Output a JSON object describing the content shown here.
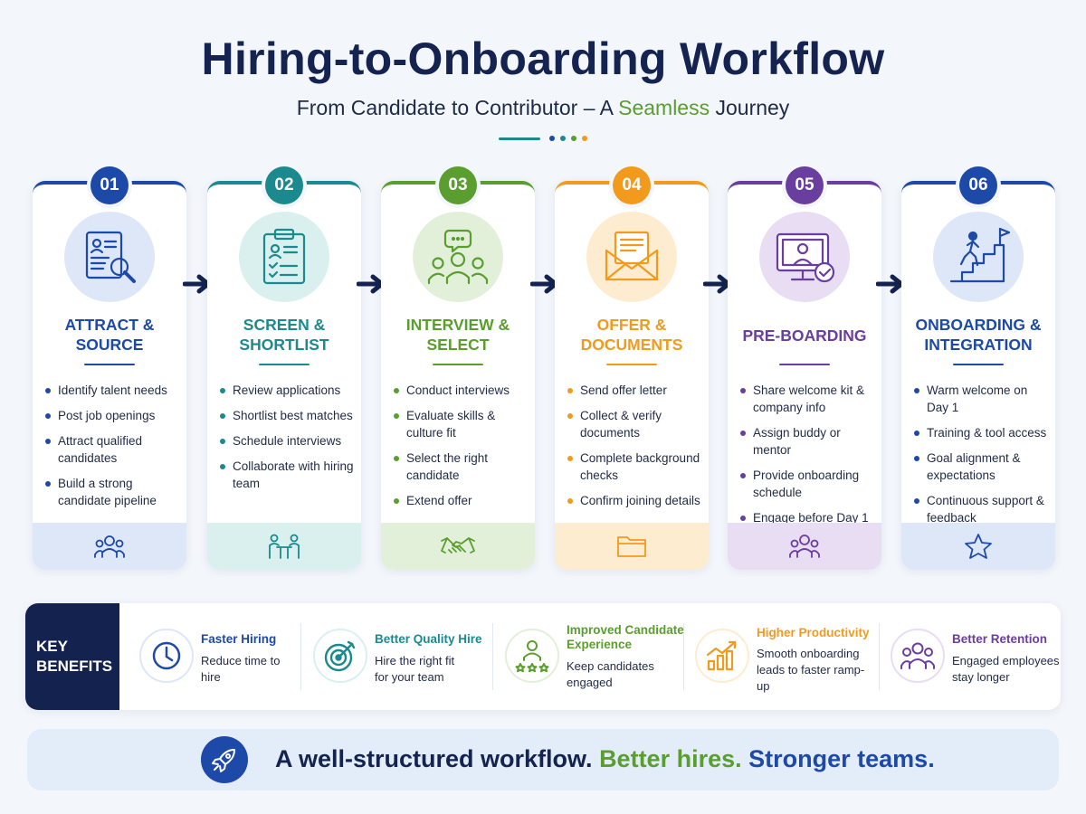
{
  "header": {
    "title": "Hiring-to-Onboarding Workflow",
    "subtitle_pre": "From Candidate to Contributor – A ",
    "subtitle_accent": "Seamless",
    "subtitle_post": " Journey"
  },
  "steps": [
    {
      "number": "01",
      "title_line1": "ATTRACT &",
      "title_line2": "SOURCE",
      "color": "#1d49a8",
      "bg": "#dde7f7",
      "items": [
        "Identify talent needs",
        "Post job openings",
        "Attract qualified candidates",
        "Build a strong candidate pipeline"
      ],
      "icon": "resume-search-icon",
      "footer_icon": "people-icon"
    },
    {
      "number": "02",
      "title_line1": "SCREEN &",
      "title_line2": "SHORTLIST",
      "color": "#1a8a8f",
      "bg": "#d9f0ef",
      "items": [
        "Review applications",
        "Shortlist best matches",
        "Schedule interviews",
        "Collaborate with hiring team"
      ],
      "icon": "clipboard-checklist-icon",
      "footer_icon": "meeting-table-icon"
    },
    {
      "number": "03",
      "title_line1": "INTERVIEW &",
      "title_line2": "SELECT",
      "color": "#5a9e2f",
      "bg": "#e3f0d9",
      "items": [
        "Conduct interviews",
        "Evaluate skills & culture fit",
        "Select the right candidate",
        "Extend offer"
      ],
      "icon": "group-chat-icon",
      "footer_icon": "handshake-icon"
    },
    {
      "number": "04",
      "title_line1": "OFFER &",
      "title_line2": "DOCUMENTS",
      "color": "#f29a1c",
      "bg": "#fdecd0",
      "items": [
        "Send offer letter",
        "Collect & verify documents",
        "Complete background checks",
        "Confirm joining details"
      ],
      "icon": "envelope-letter-icon",
      "footer_icon": "folder-icon"
    },
    {
      "number": "05",
      "title_line1": "PRE-BOARDING",
      "title_line2": "",
      "color": "#6a3e9e",
      "bg": "#e8ddf3",
      "items": [
        "Share welcome kit & company info",
        "Assign buddy or mentor",
        "Provide onboarding schedule",
        "Engage before Day 1"
      ],
      "icon": "monitor-check-icon",
      "footer_icon": "team-icon"
    },
    {
      "number": "06",
      "title_line1": "ONBOARDING &",
      "title_line2": "INTEGRATION",
      "color": "#1d49a8",
      "bg": "#dde7f7",
      "items": [
        "Warm welcome on Day 1",
        "Training & tool access",
        "Goal alignment & expectations",
        "Continuous support & feedback"
      ],
      "icon": "stairs-flag-icon",
      "footer_icon": "star-icon"
    }
  ],
  "benefits": {
    "label_line1": "KEY",
    "label_line2": "BENEFITS",
    "items": [
      {
        "title": "Faster Hiring",
        "desc": "Reduce time to hire",
        "color": "#1d49a8",
        "bg": "#dde7f7",
        "icon": "clock-icon"
      },
      {
        "title": "Better Quality Hire",
        "desc": "Hire the right fit for your team",
        "color": "#1a8a8f",
        "bg": "#d9f0ef",
        "icon": "target-icon"
      },
      {
        "title": "Improved Candidate Experience",
        "desc": "Keep candidates engaged",
        "color": "#5a9e2f",
        "bg": "#e3f0d9",
        "icon": "user-stars-icon"
      },
      {
        "title": "Higher Productivity",
        "desc": "Smooth onboarding leads to faster ramp-up",
        "color": "#f29a1c",
        "bg": "#fdecd0",
        "icon": "growth-chart-icon"
      },
      {
        "title": "Better Retention",
        "desc": "Engaged employees stay longer",
        "color": "#6a3e9e",
        "bg": "#e8ddf3",
        "icon": "group-icon"
      }
    ]
  },
  "footer": {
    "tag_part1": "A well-structured workflow.",
    "tag_part2": "Better hires.",
    "tag_part3": "Stronger teams.",
    "icon": "rocket-icon"
  }
}
